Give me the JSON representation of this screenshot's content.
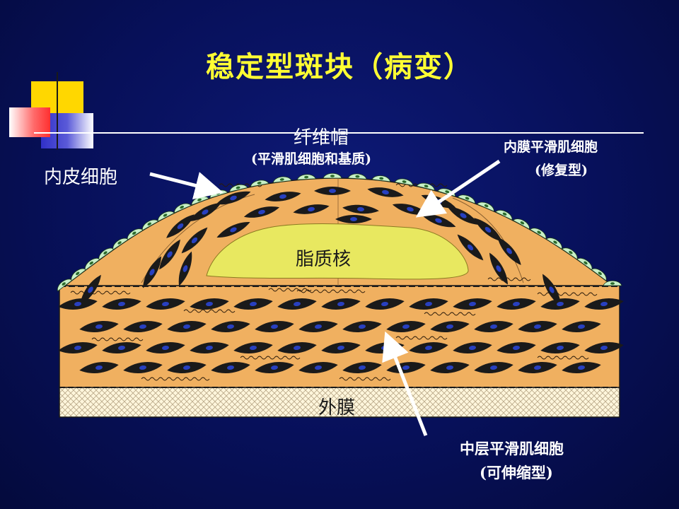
{
  "title": "稳定型斑块（病变）",
  "colors": {
    "background": "#07105a",
    "title": "#ffff33",
    "tissue": "#f0b060",
    "lipid_core": "#e8e860",
    "endothelium": "#c8f0c8",
    "cell": "#1a1a1a",
    "nucleus": "#2840c0"
  },
  "labels": {
    "fibrous_cap": "纤维帽",
    "fibrous_cap_sub": "(平滑肌细胞和基质)",
    "endothelial_cells": "内皮细胞",
    "intimal_smc": "内膜平滑肌细胞",
    "intimal_smc_sub": "(修复型)",
    "lipid_core": "脂质核",
    "adventitia": "外膜",
    "medial_smc": "中层平滑肌细胞",
    "medial_smc_sub": "(可伸缩型)"
  }
}
